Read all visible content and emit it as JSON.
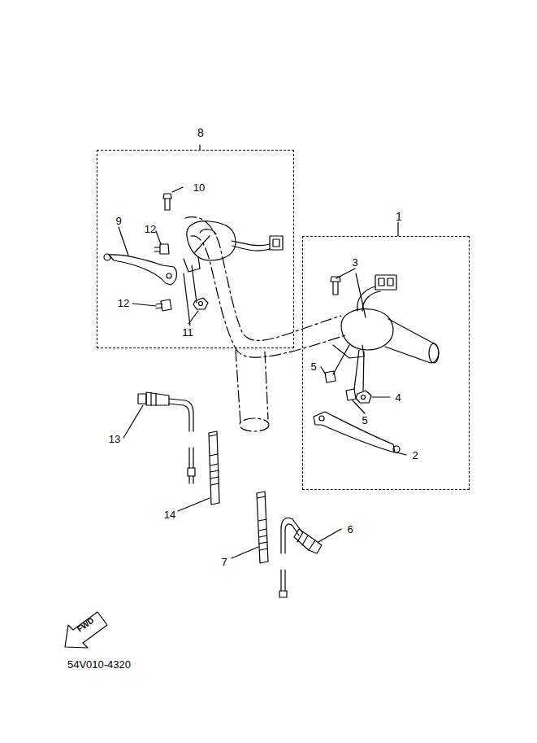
{
  "diagram": {
    "nodes": [
      {
        "text": [
          "8"
        ]
      },
      {
        "text": [
          "1"
        ]
      }
    ],
    "labels": [
      "10",
      "9",
      "12",
      "12",
      "11",
      "3",
      "5",
      "4",
      "5",
      "2",
      "13",
      "14",
      "7",
      "6",
      "FWD",
      "54V010-4320"
    ]
  }
}
